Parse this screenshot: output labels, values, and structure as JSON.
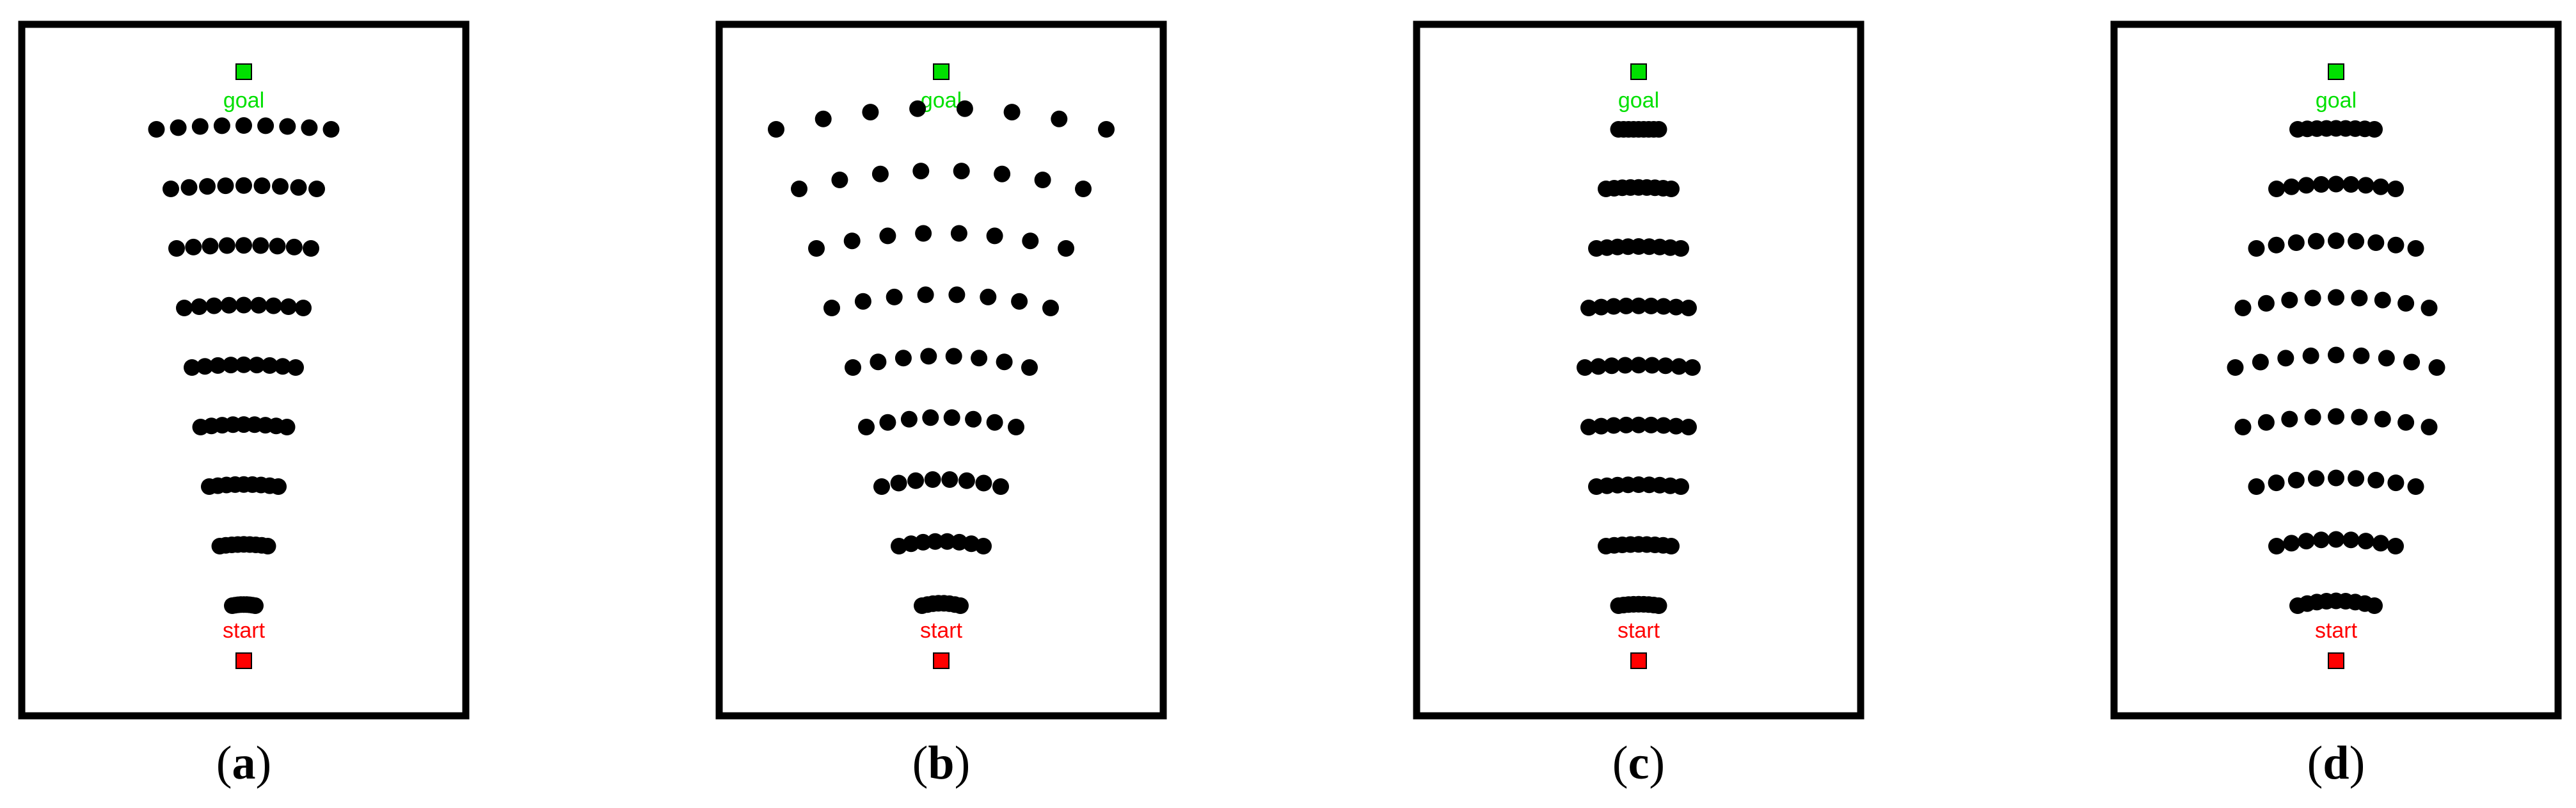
{
  "colors": {
    "frame": "#000000",
    "goal": "#00e000",
    "start": "#ff0000",
    "dot": "#000000"
  },
  "panels": [
    {
      "id": "a",
      "caption": "a",
      "goal_label": "goal",
      "start_label": "start",
      "rows": [
        {
          "dots": 9,
          "spread": 0.91,
          "curve": -0.04
        },
        {
          "dots": 9,
          "spread": 0.76,
          "curve": -0.035
        },
        {
          "dots": 9,
          "spread": 0.7,
          "curve": -0.032
        },
        {
          "dots": 9,
          "spread": 0.62,
          "curve": -0.03
        },
        {
          "dots": 9,
          "spread": 0.54,
          "curve": -0.028
        },
        {
          "dots": 9,
          "spread": 0.45,
          "curve": -0.026
        },
        {
          "dots": 9,
          "spread": 0.36,
          "curve": -0.022
        },
        {
          "dots": 9,
          "spread": 0.25,
          "curve": -0.018
        },
        {
          "dots": 9,
          "spread": 0.12,
          "curve": -0.012
        }
      ]
    },
    {
      "id": "b",
      "caption": "b",
      "goal_label": "goal",
      "start_label": "start",
      "rows": [
        {
          "dots": 8,
          "spread": 1.72,
          "curve": -0.22
        },
        {
          "dots": 8,
          "spread": 1.48,
          "curve": -0.19
        },
        {
          "dots": 8,
          "spread": 1.3,
          "curve": -0.16
        },
        {
          "dots": 8,
          "spread": 1.14,
          "curve": -0.14
        },
        {
          "dots": 8,
          "spread": 0.92,
          "curve": -0.12
        },
        {
          "dots": 8,
          "spread": 0.78,
          "curve": -0.1
        },
        {
          "dots": 8,
          "spread": 0.62,
          "curve": -0.075
        },
        {
          "dots": 8,
          "spread": 0.44,
          "curve": -0.05
        },
        {
          "dots": 8,
          "spread": 0.2,
          "curve": -0.025
        }
      ]
    },
    {
      "id": "c",
      "caption": "c",
      "goal_label": "goal",
      "start_label": "start",
      "rows": [
        {
          "dots": 9,
          "spread": 0.21,
          "curve": 0.0
        },
        {
          "dots": 9,
          "spread": 0.34,
          "curve": -0.015
        },
        {
          "dots": 9,
          "spread": 0.44,
          "curve": -0.02
        },
        {
          "dots": 9,
          "spread": 0.52,
          "curve": -0.022
        },
        {
          "dots": 9,
          "spread": 0.56,
          "curve": -0.025
        },
        {
          "dots": 9,
          "spread": 0.52,
          "curve": -0.022
        },
        {
          "dots": 9,
          "spread": 0.44,
          "curve": -0.02
        },
        {
          "dots": 9,
          "spread": 0.34,
          "curve": -0.018
        },
        {
          "dots": 9,
          "spread": 0.21,
          "curve": -0.015
        }
      ]
    },
    {
      "id": "d",
      "caption": "d",
      "goal_label": "goal",
      "start_label": "start",
      "rows": [
        {
          "dots": 9,
          "spread": 0.4,
          "curve": -0.01
        },
        {
          "dots": 9,
          "spread": 0.62,
          "curve": -0.05
        },
        {
          "dots": 9,
          "spread": 0.83,
          "curve": -0.08
        },
        {
          "dots": 9,
          "spread": 0.97,
          "curve": -0.11
        },
        {
          "dots": 9,
          "spread": 1.05,
          "curve": -0.13
        },
        {
          "dots": 9,
          "spread": 0.97,
          "curve": -0.11
        },
        {
          "dots": 9,
          "spread": 0.83,
          "curve": -0.09
        },
        {
          "dots": 9,
          "spread": 0.62,
          "curve": -0.07
        },
        {
          "dots": 9,
          "spread": 0.4,
          "curve": -0.05
        }
      ]
    }
  ]
}
